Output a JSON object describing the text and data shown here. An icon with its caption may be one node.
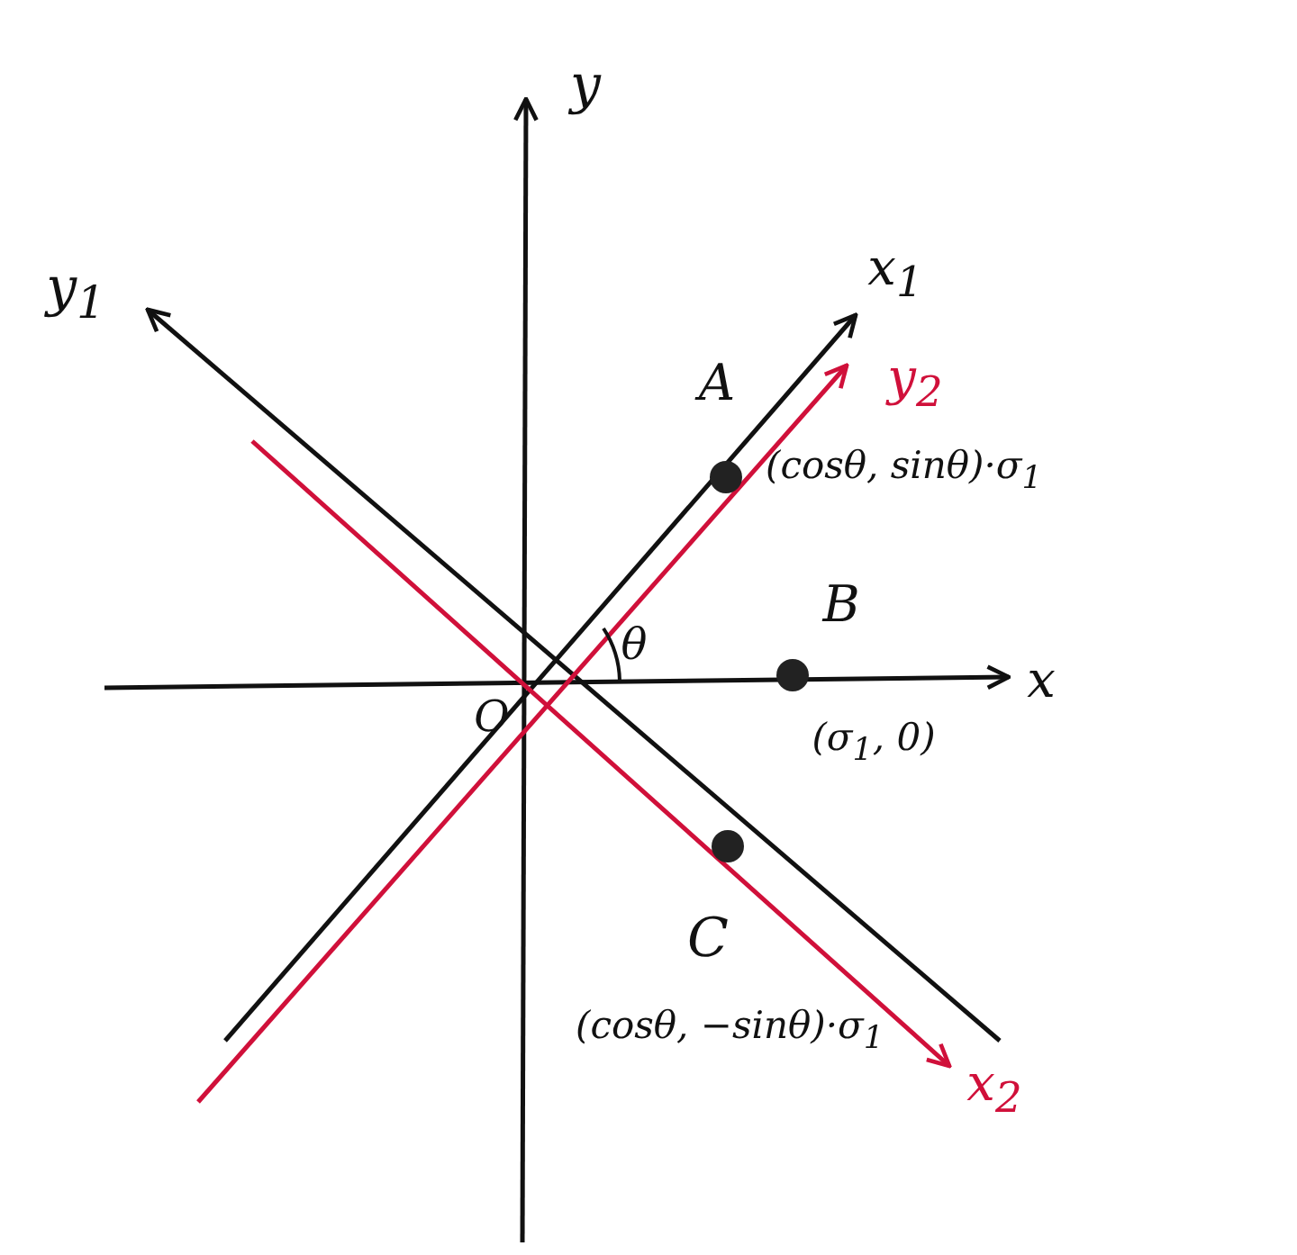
{
  "diagram": {
    "labels": [
      "y",
      "y$_{1}$",
      "x$_{1}$",
      "A",
      "y$_{2}$",
      "(cosθ, sinθ)·σ$_{1}$",
      "B",
      "θ",
      "x",
      "O",
      "(σ$_{1}$, 0)",
      "C",
      "(cosθ, −sinθ)·σ$_{1}$",
      "x$_{2}$"
    ]
  }
}
